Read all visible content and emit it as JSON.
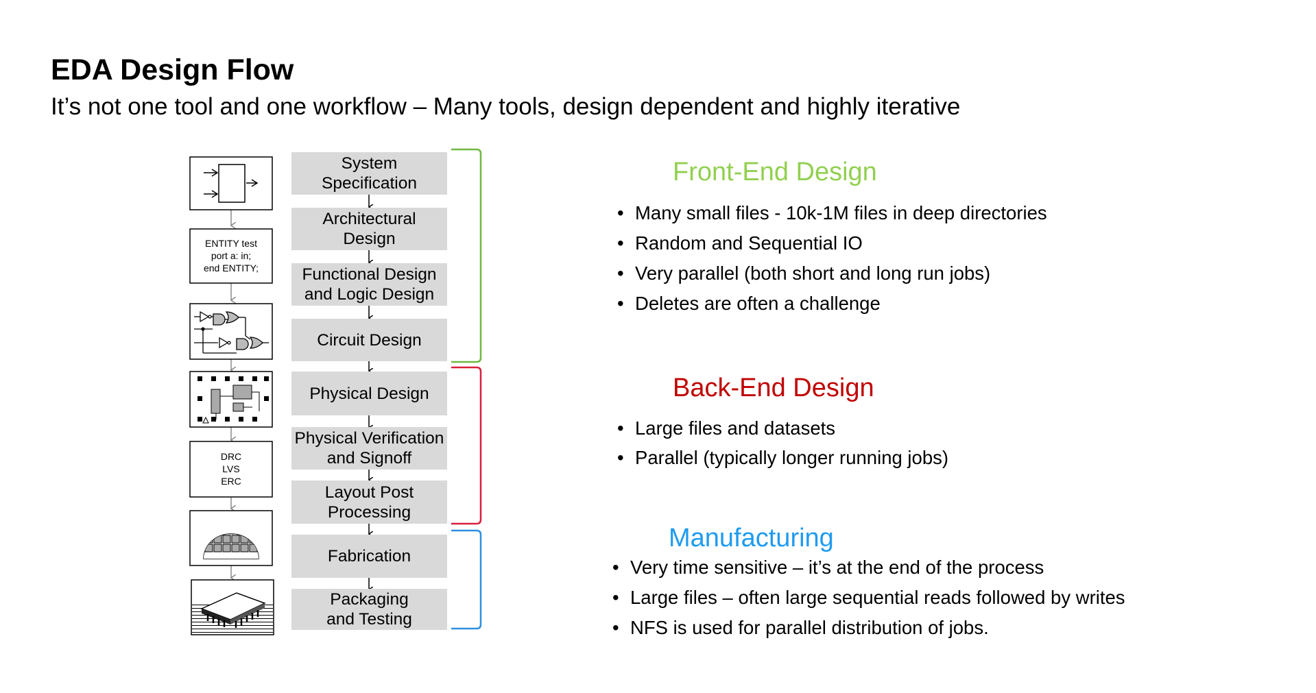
{
  "header": {
    "title": "EDA Design Flow",
    "subtitle": "It’s not one tool and one workflow – Many tools, design dependent and highly iterative"
  },
  "flow_steps": [
    "System\nSpecification",
    "Architectural\nDesign",
    "Functional Design\nand Logic Design",
    "Circuit Design",
    "Physical Design",
    "Physical Verification\nand Signoff",
    "Layout Post\nProcessing",
    "Fabrication",
    "Packaging\nand Testing"
  ],
  "illustrations": {
    "hdl_code": [
      "ENTITY test",
      "port a: in;",
      "end ENTITY;"
    ],
    "verification": [
      "DRC",
      "LVS",
      "ERC"
    ]
  },
  "sections": {
    "front_end": {
      "title": "Front-End Design",
      "color": "#92d050",
      "bracket_color": "#70b840",
      "bullets": [
        "Many small files - 10k-1M files in deep directories",
        "Random and Sequential IO",
        "Very parallel (both short and long run jobs)",
        "Deletes are often a challenge"
      ]
    },
    "back_end": {
      "title": "Back-End Design",
      "color": "#c00000",
      "bracket_color": "#d8203c",
      "bullets": [
        "Large files and datasets",
        "Parallel (typically longer running jobs)"
      ]
    },
    "manufacturing": {
      "title": "Manufacturing",
      "color": "#1f9bf0",
      "bracket_color": "#2d8fe0",
      "bullets": [
        "Very time sensitive – it’s at the end of the process",
        "Large files – often large sequential reads followed by writes",
        "NFS is used for parallel distribution of jobs."
      ]
    }
  }
}
